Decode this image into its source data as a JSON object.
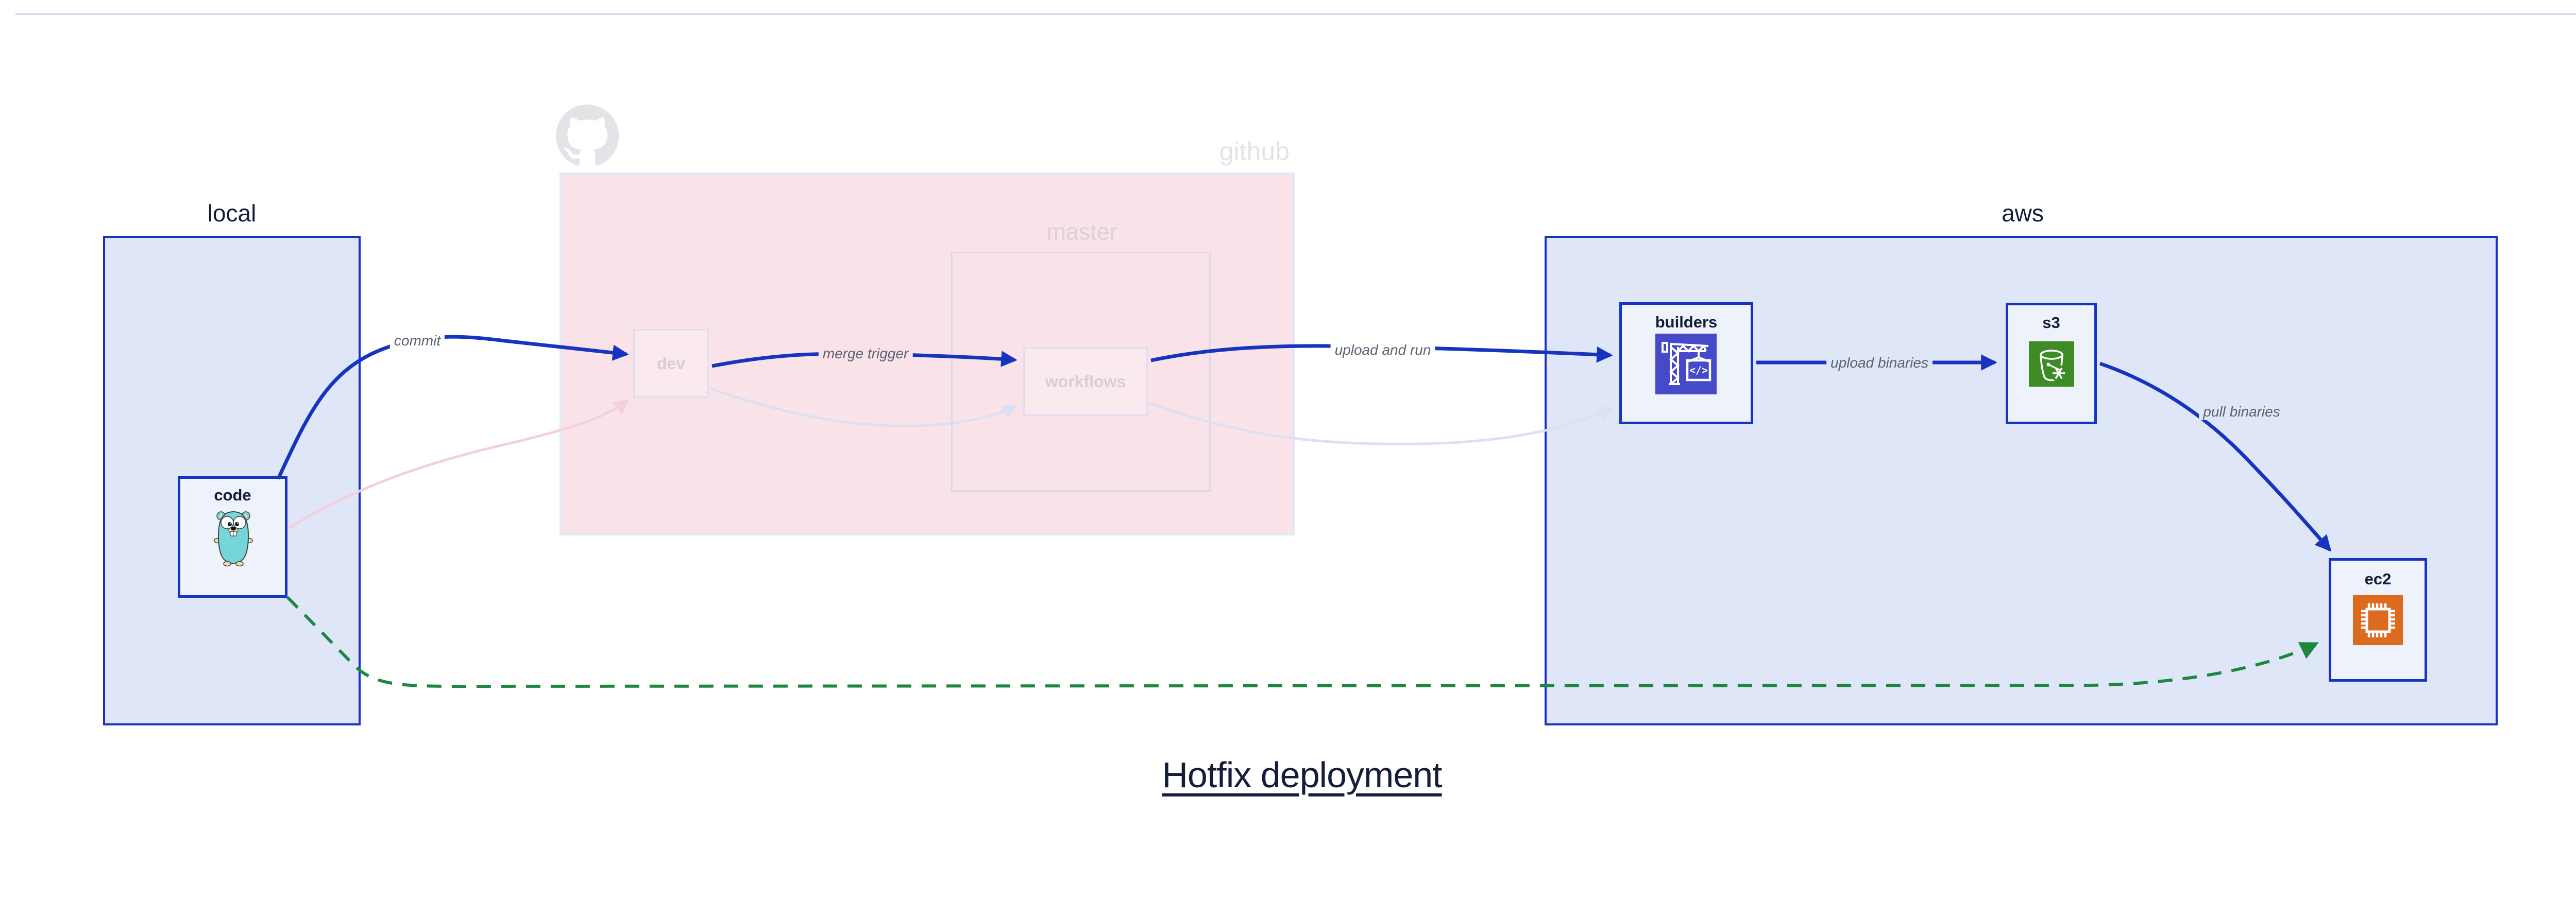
{
  "title": {
    "text": "Hotfix deployment"
  },
  "containers": {
    "local": {
      "label": "local"
    },
    "github": {
      "label": "github",
      "master_label": "master"
    },
    "aws": {
      "label": "aws"
    }
  },
  "nodes": {
    "code": {
      "label": "code"
    },
    "dev": {
      "label": "dev"
    },
    "workflows": {
      "label": "workflows"
    },
    "builders": {
      "label": "builders"
    },
    "s3": {
      "label": "s3"
    },
    "ec2": {
      "label": "ec2"
    }
  },
  "edges": {
    "commit": {
      "label": "commit"
    },
    "merge_trigger": {
      "label": "merge trigger"
    },
    "upload_and_run": {
      "label": "upload and run"
    },
    "upload_binaries": {
      "label": "upload binaries"
    },
    "pull_binaries": {
      "label": "pull binaries"
    }
  },
  "icons": {
    "code": "go-gopher-icon",
    "github": "github-octocat-icon",
    "builders": "aws-codebuild-crane-icon",
    "s3": "aws-s3-bucket-icon",
    "ec2": "aws-ec2-chip-icon",
    "codebuild_glyph": "</>"
  },
  "colors": {
    "accent_blue": "#1634bf",
    "navy": "#141d3a",
    "container_fill": "#dee6f7",
    "node_fill": "#eef2fb",
    "github_pink_fill": "#f9e3e8",
    "github_border": "#e2e8f6",
    "master_border": "#dcd8eb",
    "ghost_node_border": "#e2def1",
    "ghost_node_text": "#d9cdd8",
    "faded_gray": "#e4e4e8",
    "master_text": "#ded0d9",
    "edge_label_gray": "#5a6372",
    "hotfix_green": "#1d8740",
    "ghost_pink": "#f6cfdb",
    "ghost_lavender": "#dde0f2",
    "gopher_teal": "#74d6da",
    "gopher_tan": "#f6d7b4",
    "codebuild_indigo": "#4649c8",
    "s3_green": "#3e8b26",
    "ec2_orange": "#dd6b1f",
    "top_rule": "#ccd8f0"
  }
}
